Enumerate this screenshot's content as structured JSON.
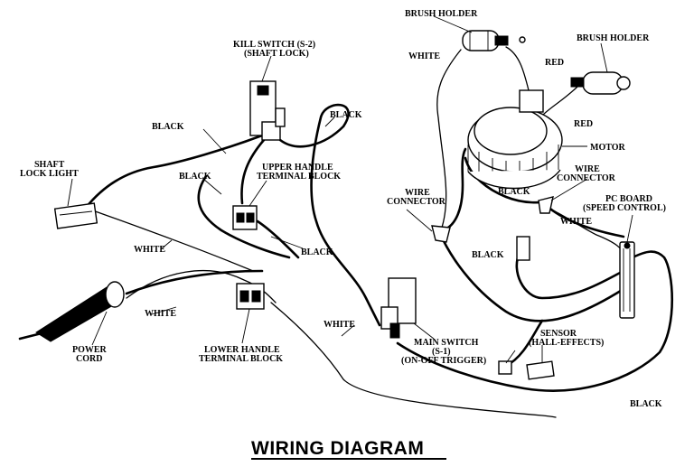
{
  "diagram": {
    "title": "WIRING DIAGRAM",
    "components": {
      "brush_holder_top": "BRUSH HOLDER",
      "brush_holder_right": "BRUSH HOLDER",
      "kill_switch_line1": "KILL SWITCH (S-2)",
      "kill_switch_line2": "(SHAFT LOCK)",
      "shaft_lock_light_line1": "SHAFT",
      "shaft_lock_light_line2": "LOCK LIGHT",
      "upper_block_line1": "UPPER HANDLE",
      "upper_block_line2": "TERMINAL BLOCK",
      "motor": "MOTOR",
      "wire_connector_left_line1": "WIRE",
      "wire_connector_left_line2": "CONNECTOR",
      "wire_connector_right_line1": "WIRE",
      "wire_connector_right_line2": "CONNECTOR",
      "pc_board_line1": "PC BOARD",
      "pc_board_line2": "(SPEED CONTROL)",
      "power_cord_line1": "POWER",
      "power_cord_line2": "CORD",
      "lower_block_line1": "LOWER HANDLE",
      "lower_block_line2": "TERMINAL BLOCK",
      "main_switch_line1": "MAIN SWITCH",
      "main_switch_line2": "(S-1)",
      "main_switch_line3": "(ON-OFF TRIGGER)",
      "sensor_line1": "SENSOR",
      "sensor_line2": "(HALL-EFFECTS)"
    },
    "wire_labels": {
      "black_kill": "BLACK",
      "black_upper": "BLACK",
      "black_top": "BLACK",
      "black_block": "BLACK",
      "black_motor": "BLACK",
      "black_mid": "BLACK",
      "black_bottom": "BLACK",
      "white_top": "WHITE",
      "white_light": "WHITE",
      "white_cord": "WHITE",
      "white_main": "WHITE",
      "white_pc": "WHITE",
      "red_top": "RED",
      "red_right": "RED"
    }
  }
}
